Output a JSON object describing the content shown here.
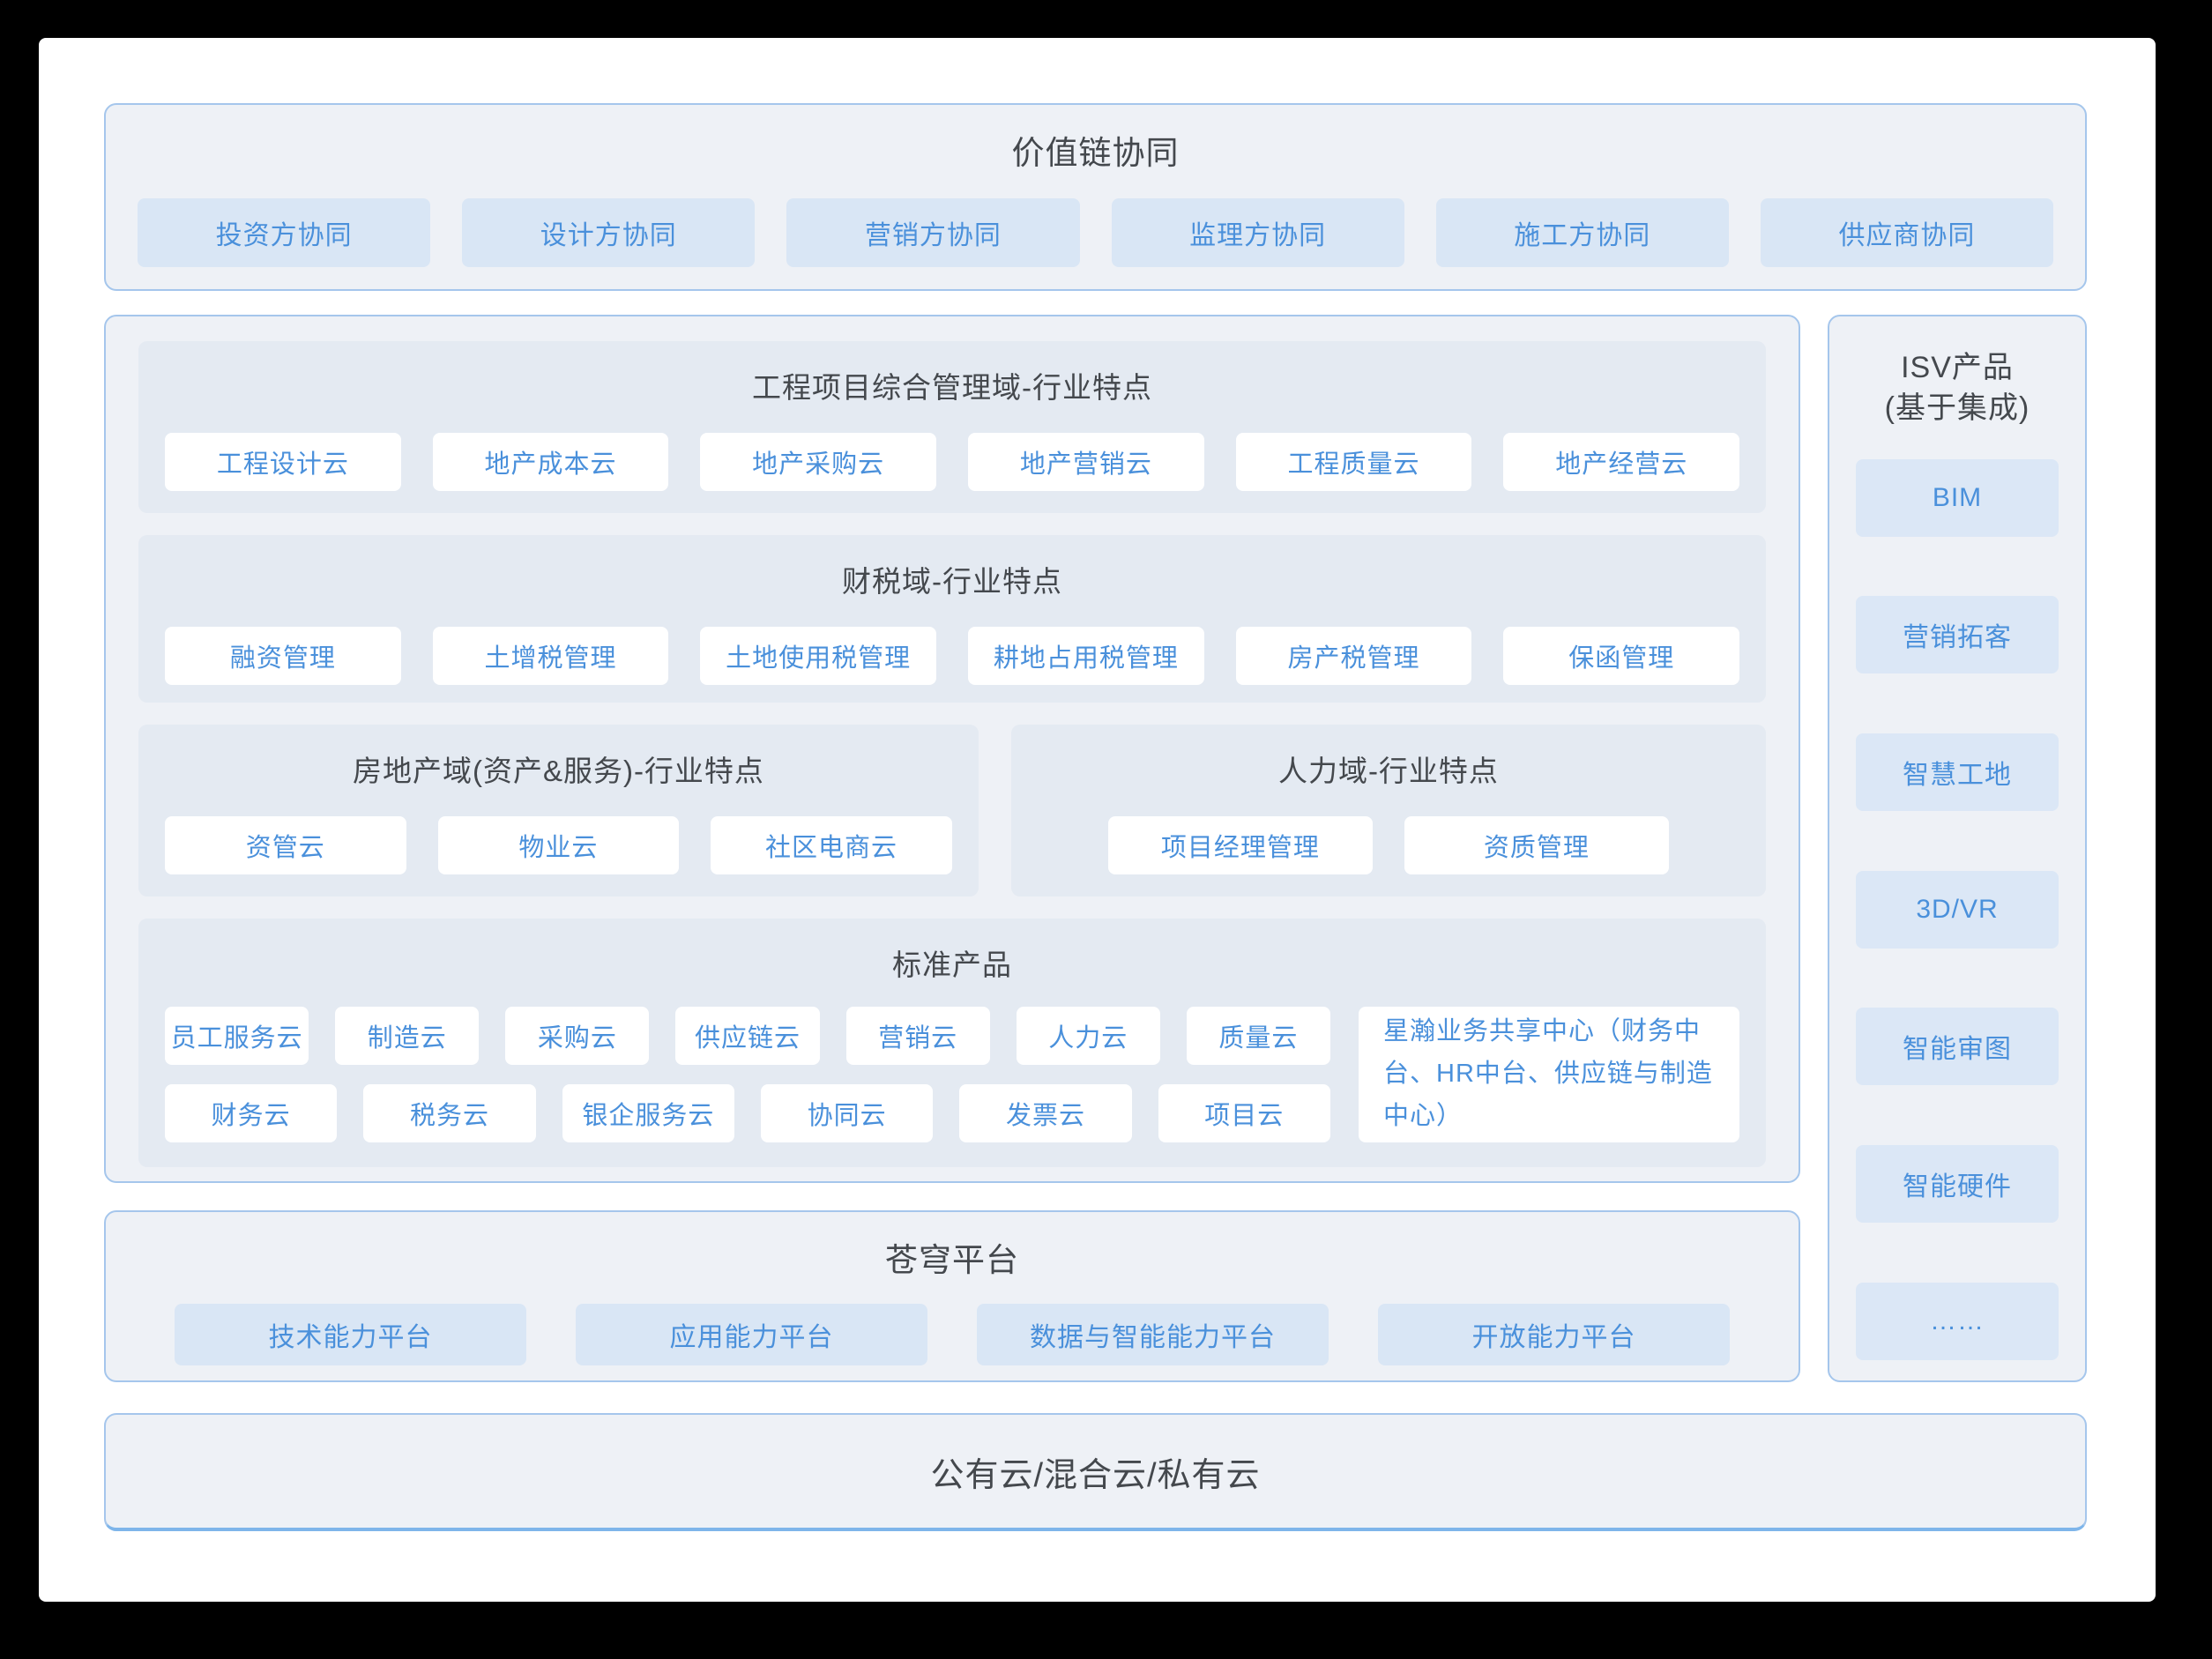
{
  "value_chain": {
    "title": "价值链协同",
    "items": [
      "投资方协同",
      "设计方协同",
      "营销方协同",
      "监理方协同",
      "施工方协同",
      "供应商协同"
    ]
  },
  "domains": {
    "engineering": {
      "title": "工程项目综合管理域-行业特点",
      "items": [
        "工程设计云",
        "地产成本云",
        "地产采购云",
        "地产营销云",
        "工程质量云",
        "地产经营云"
      ]
    },
    "finance_tax": {
      "title": "财税域-行业特点",
      "items": [
        "融资管理",
        "土增税管理",
        "土地使用税管理",
        "耕地占用税管理",
        "房产税管理",
        "保函管理"
      ]
    },
    "real_estate": {
      "title": "房地产域(资产&服务)-行业特点",
      "items": [
        "资管云",
        "物业云",
        "社区电商云"
      ]
    },
    "human_resources": {
      "title": "人力域-行业特点",
      "items": [
        "项目经理管理",
        "资质管理"
      ]
    },
    "standard_products": {
      "title": "标准产品",
      "row1": [
        "员工服务云",
        "制造云",
        "采购云",
        "供应链云",
        "营销云",
        "人力云",
        "质量云"
      ],
      "row2": [
        "财务云",
        "税务云",
        "银企服务云",
        "协同云",
        "发票云",
        "项目云"
      ],
      "shared_center": "星瀚业务共享中心（财务中台、HR中台、供应链与制造中心）"
    }
  },
  "isv": {
    "title_line1": "ISV产品",
    "title_line2": "(基于集成)",
    "items": [
      "BIM",
      "营销拓客",
      "智慧工地",
      "3D/VR",
      "智能审图",
      "智能硬件",
      "……"
    ]
  },
  "platform": {
    "title": "苍穹平台",
    "items": [
      "技术能力平台",
      "应用能力平台",
      "数据与智能能力平台",
      "开放能力平台"
    ]
  },
  "cloud": {
    "title": "公有云/混合云/私有云"
  },
  "colors": {
    "accent_blue": "#4a90db",
    "chip_blue_bg": "#d9e6f5",
    "section_bg": "#eef1f6",
    "subsection_bg": "#e4eaf2",
    "border_blue": "#a5c6ec",
    "title_gray": "#44484d"
  }
}
